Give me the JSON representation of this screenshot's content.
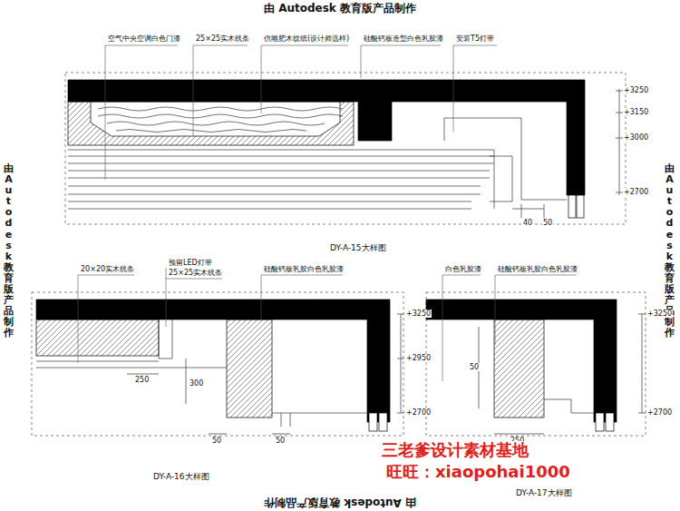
{
  "diagram": {
    "labels": [
      "由 Autodesk 教育版产品制作",
      "由 Autodesk 教育版产品制作",
      "由 Autodesk 教育版产品制作",
      "由 Autodesk 教育版产品制作",
      "空气中央空调白色门漆",
      "25×25实木线条",
      "仿雕肥木纹纸(设计师选样)",
      "硅酸钙板造型白色乳胶漆",
      "安装T5灯带",
      "+3250",
      "+3150",
      "+3000",
      "+2700",
      "40",
      "50",
      "DY-A-15大样图",
      "20×20实木线条",
      "预留LED灯带",
      "25×25实木线条",
      "硅酸钙板乳胶白色乳胶漆",
      "+3250",
      "+2950",
      "+2700",
      "250",
      "300",
      "50",
      "50",
      "DY-A-16大样图",
      "白色乳胶漆",
      "硅酸钙板乳胶白色乳胶漆",
      "+3250",
      "+2700",
      "50",
      "250",
      "DY-A-17大样图",
      "三老爹设计素材基地",
      "旺旺：xiaopohai1000"
    ]
  }
}
